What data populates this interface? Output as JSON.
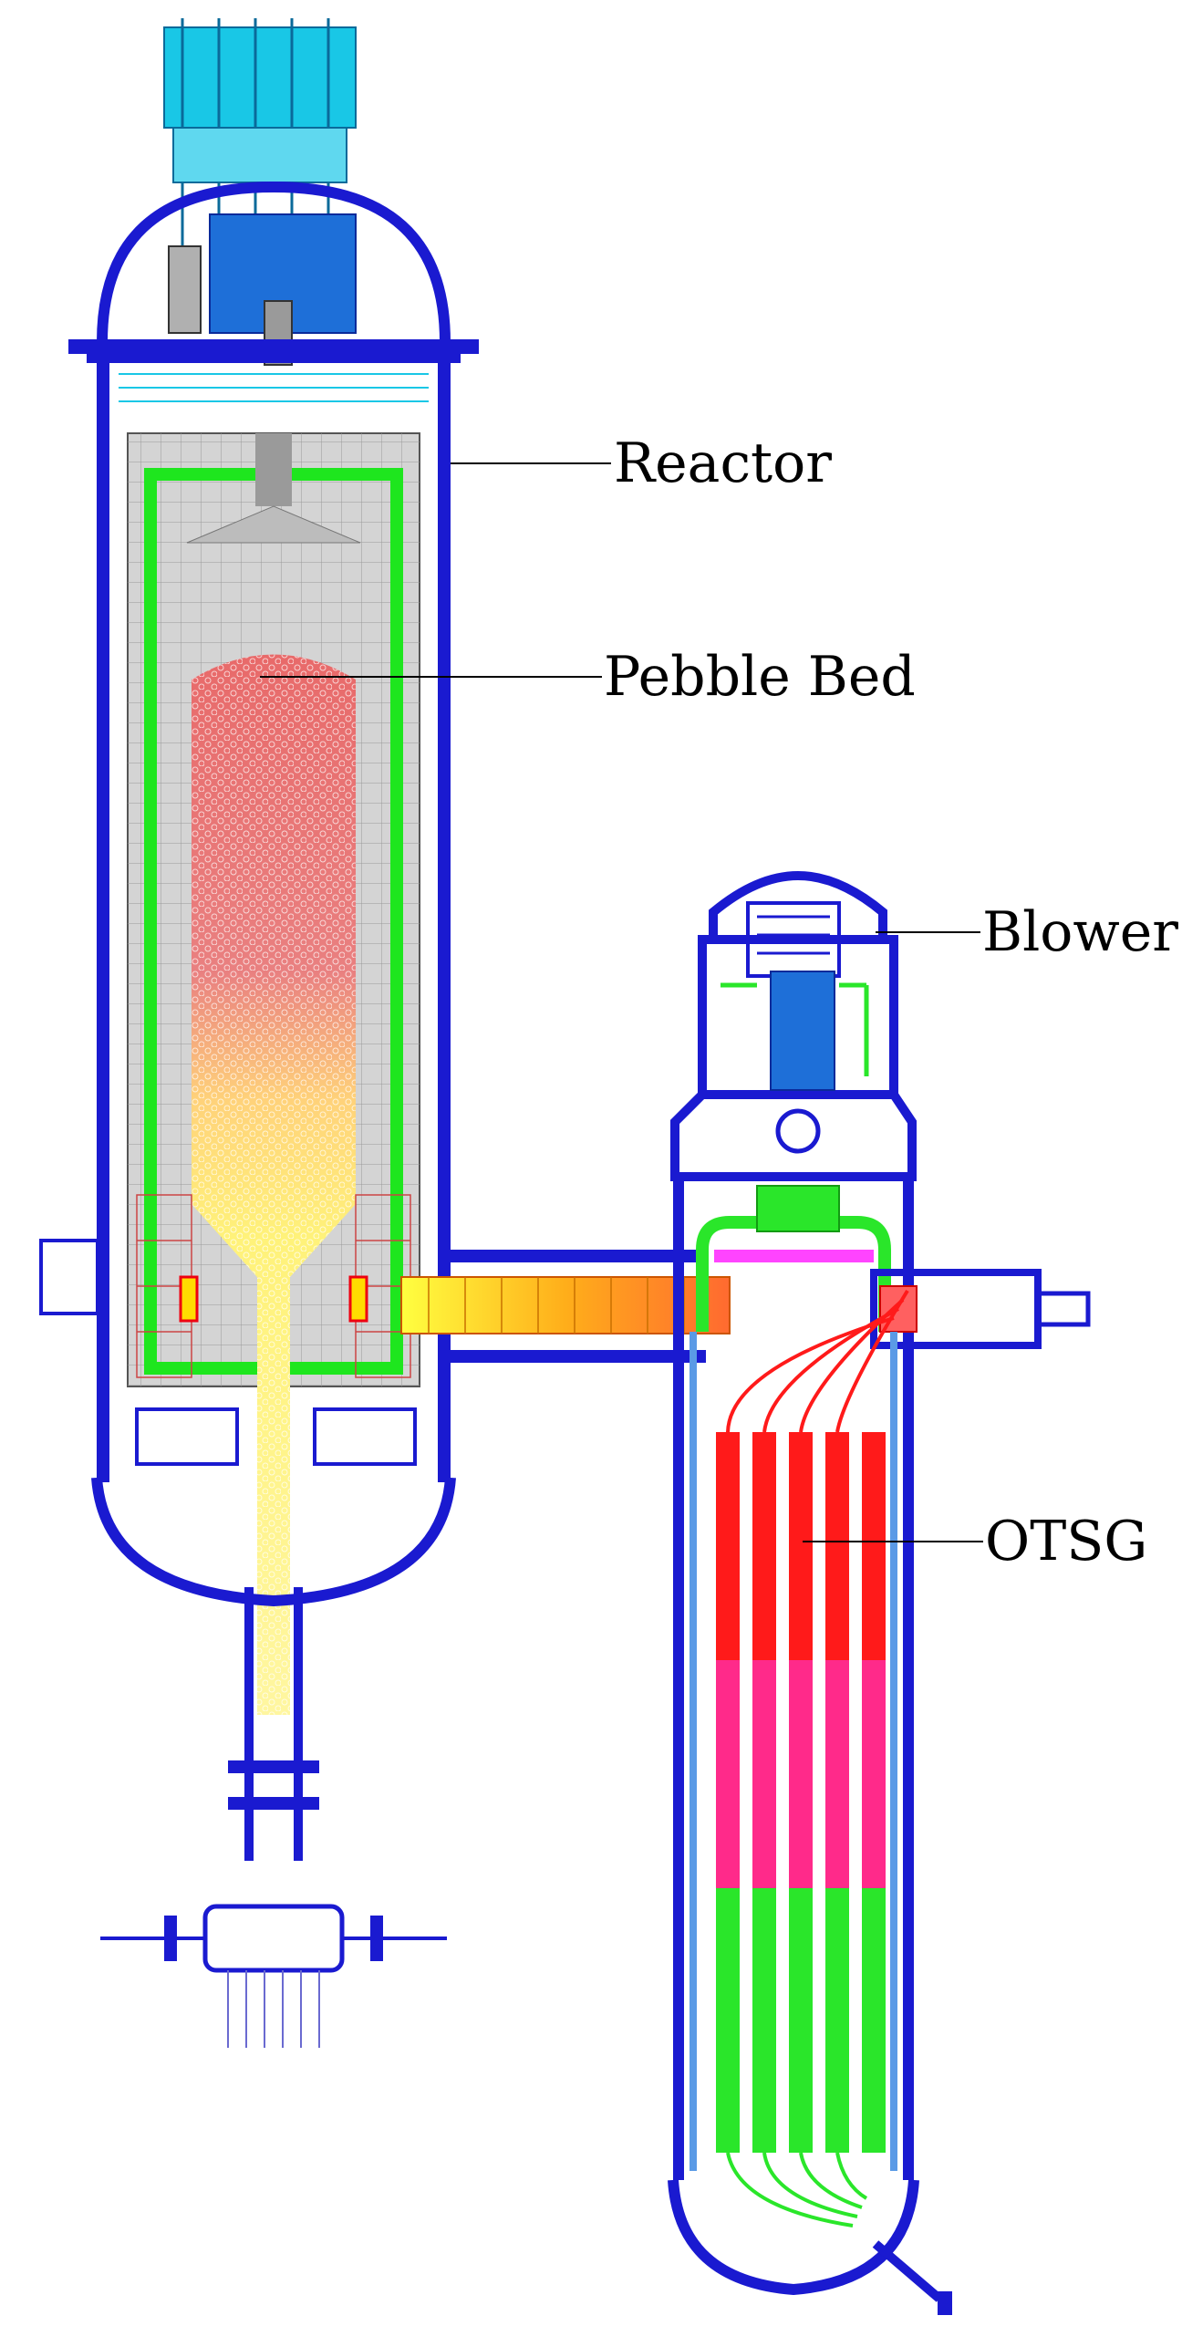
{
  "labels": {
    "reactor": "Reactor",
    "pebble_bed": "Pebble Bed",
    "blower": "Blower",
    "otsg": "OTSG"
  },
  "colors": {
    "vessel_blue": "#1a1ad0",
    "rod_cyan": "#19c7e6",
    "drive_blue": "#1e6fd8",
    "graphite_gray": "#d4d4d4",
    "carbon_green": "#1ee61e",
    "pebble_red": "#e86a6a",
    "pebble_yellow": "#fff27a",
    "hot_duct_orange": "#ffa21a",
    "tube_red": "#ff1a1a",
    "tube_magenta": "#ff2a8a",
    "tube_green": "#2ae62a",
    "liner_magenta": "#ff44ff"
  }
}
